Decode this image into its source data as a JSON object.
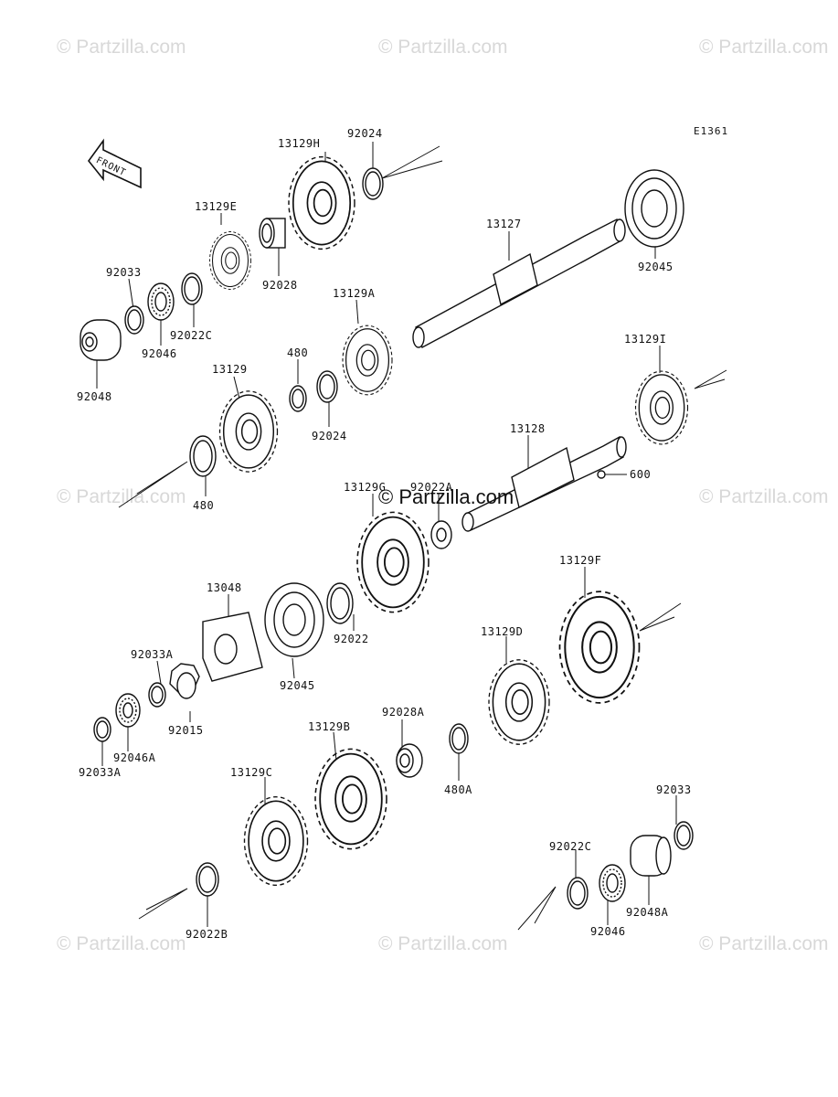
{
  "watermark": "© Partzilla.com",
  "diagram_code": "E1361",
  "front_label": "FRONT",
  "labels": {
    "p13129H": "13129H",
    "p92024_top": "92024",
    "p13129E": "13129E",
    "p13127": "13127",
    "p92045_top": "92045",
    "p92033_top": "92033",
    "p92028": "92028",
    "p92022C_top": "92022C",
    "p92046_top": "92046",
    "p13129A": "13129A",
    "p92048": "92048",
    "p480_top": "480",
    "p13129": "13129",
    "p13129I": "13129I",
    "p92024_mid": "92024",
    "p13128": "13128",
    "p480_left": "480",
    "p600": "600",
    "p13129G": "13129G",
    "p92022A": "92022A",
    "p13129F": "13129F",
    "p13048": "13048",
    "p92022": "92022",
    "p13129D": "13129D",
    "p92033A_top": "92033A",
    "p92045_mid": "92045",
    "p92015": "92015",
    "p92046A": "92046A",
    "p92033A_bot": "92033A",
    "p92028A": "92028A",
    "p13129B": "13129B",
    "p480A": "480A",
    "p13129C": "13129C",
    "p92033_bot": "92033",
    "p92022C_bot": "92022C",
    "p92048A": "92048A",
    "p92046_bot": "92046",
    "p92022B": "92022B"
  }
}
